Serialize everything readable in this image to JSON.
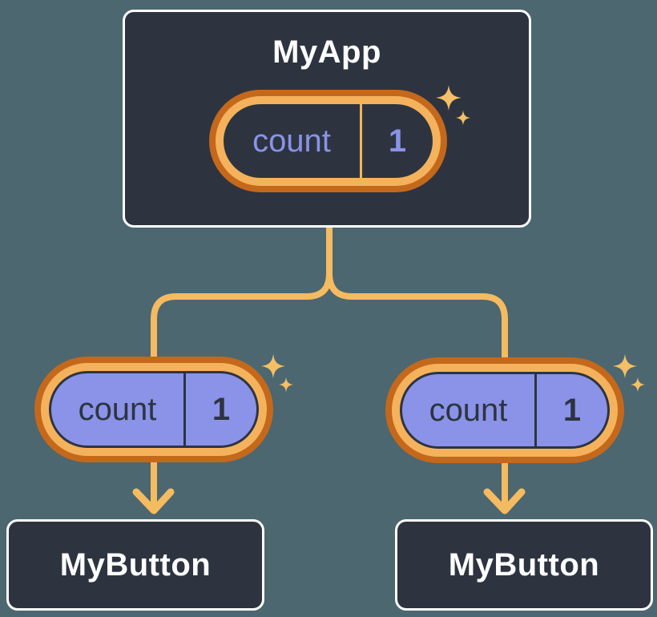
{
  "colors": {
    "background": "#4C6770",
    "node_background": "#2D3440",
    "node_border": "#FFFFFF",
    "node_text": "#FFFFFF",
    "pill_ring_outer": "#C4681C",
    "pill_ring_inner": "#F5B25C",
    "pill_fill_state": "#2D3440",
    "pill_fill_prop": "#8A93E8",
    "pill_text_state": "#8A93E8",
    "pill_text_prop": "#2D3440",
    "connector": "#F5BB60",
    "sparkle": "#F6BE66"
  },
  "icons": {
    "sparkle": "four-point-star",
    "arrow": "chevron-down-arrow"
  },
  "root_node": {
    "title": "MyApp",
    "state_pill": {
      "label": "count",
      "value": "1"
    }
  },
  "child_nodes": [
    {
      "title": "MyButton",
      "prop_pill": {
        "label": "count",
        "value": "1"
      }
    },
    {
      "title": "MyButton",
      "prop_pill": {
        "label": "count",
        "value": "1"
      }
    }
  ]
}
